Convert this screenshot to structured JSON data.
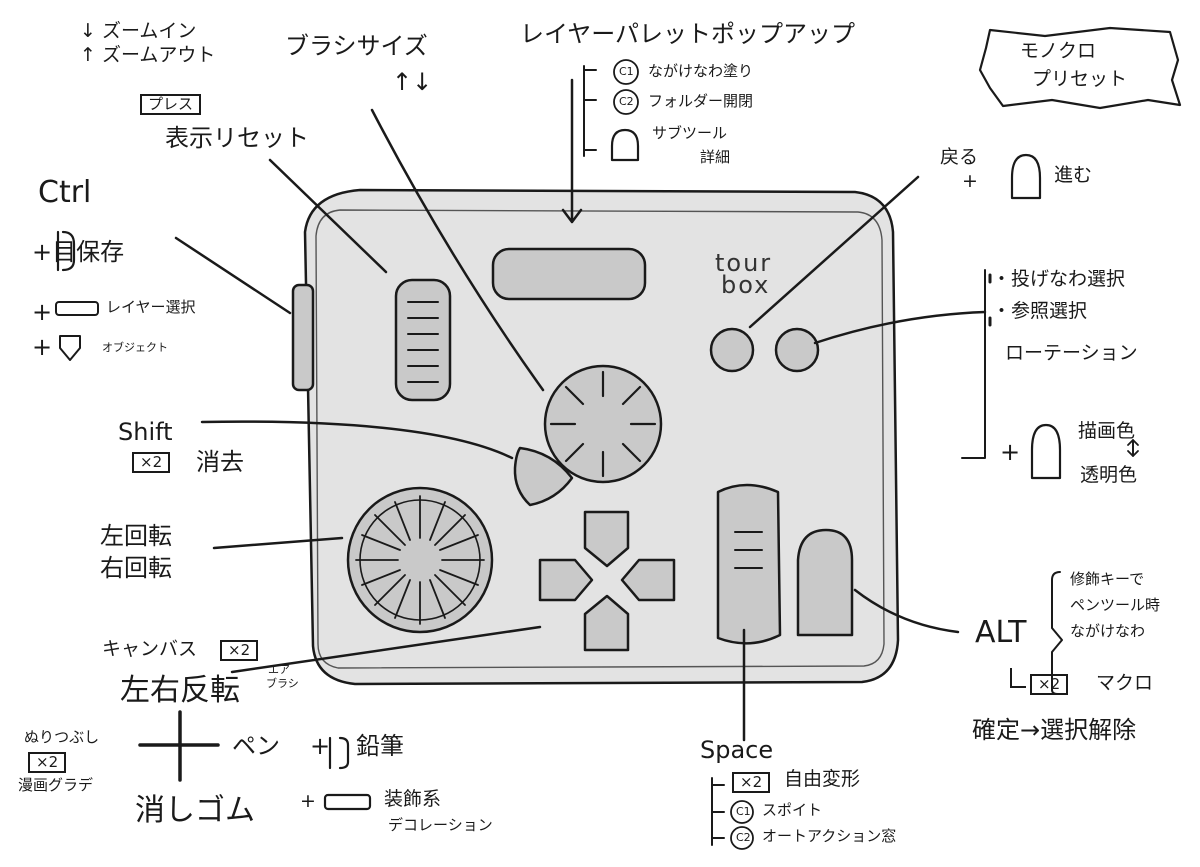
{
  "zoom": {
    "zoom_in": "↓ ズームイン",
    "zoom_out": "↑ ズームアウト"
  },
  "brush_size": {
    "label": "ブラシサイズ",
    "arrows": "↑↓"
  },
  "layer_palette": {
    "title": "レイヤーパレットポップアップ",
    "c1_badge": "C1",
    "c1_label": "ながけなわ塗り",
    "c2_badge": "C2",
    "c2_label": "フォルダー開閉",
    "sub_label_1": "サブツール",
    "sub_label_2": "詳細"
  },
  "mono_preset": {
    "line1": "モノクロ",
    "line2": "プリセット"
  },
  "press_reset": {
    "badge": "プレス",
    "label": "表示リセット"
  },
  "ctrl": {
    "title": "Ctrl",
    "save": "+目保存",
    "layer_select": "レイヤー選択",
    "object": "オブジェクト"
  },
  "back_forward": {
    "back": "戻る",
    "forward": "進む"
  },
  "right_knobs": {
    "item1": "・投げなわ選択",
    "item2": "・参照選択",
    "rotation": "ローテーション"
  },
  "color": {
    "draw": "描画色",
    "transparent": "透明色"
  },
  "shift": {
    "title": "Shift",
    "badge": "×2",
    "label": "消去"
  },
  "rotate": {
    "left": "左回転",
    "right": "右回転"
  },
  "alt": {
    "title": "ALT",
    "line1": "修飾キーで",
    "line2": "ペンツール時",
    "line3": "ながけなわ",
    "badge": "×2",
    "macro": "マクロ",
    "confirm": "確定→選択解除"
  },
  "canvas": {
    "label": "キャンバス",
    "badge": "×2",
    "air_1": "エア",
    "air_2": "ブラシ",
    "flip": "左右反転"
  },
  "bottom_left": {
    "fill": "ぬりつぶし",
    "badge": "×2",
    "manga": "漫画グラデ",
    "pen": "ペン",
    "pencil": "鉛筆",
    "eraser": "消しゴム",
    "decor": "装飾系",
    "decoration": "デコレーション"
  },
  "space": {
    "title": "Space",
    "badge": "×2",
    "transform": "自由変形",
    "c1_badge": "C1",
    "c1_label": "スポイト",
    "c2_badge": "C2",
    "c2_label": "オートアクション窓"
  },
  "device": {
    "brand_line1": "tour",
    "brand_line2": "box"
  },
  "colors": {
    "ink": "#1a1a1a",
    "device_fill": "#e3e3e3",
    "button_fill": "#c9c9c9"
  }
}
